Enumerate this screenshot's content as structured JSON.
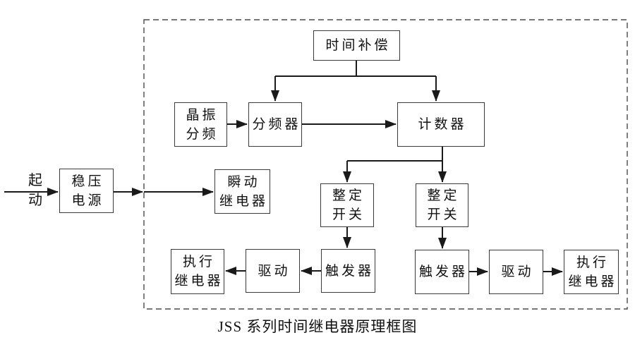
{
  "diagram": {
    "caption": "JSS 系列时间继电器原理框图",
    "start_label": {
      "line1": "起",
      "line2": "动"
    },
    "nodes": {
      "time_compensation": {
        "label": "时间补偿"
      },
      "crystal_divider": {
        "line1": "晶振",
        "line2": "分频"
      },
      "frequency_divider": {
        "label": "分频器"
      },
      "counter": {
        "label": "计数器"
      },
      "regulated_power_supply": {
        "line1": "稳压",
        "line2": "电源"
      },
      "instantaneous_relay": {
        "line1": "瞬动",
        "line2": "继电器"
      },
      "setting_switch_left": {
        "line1": "整定",
        "line2": "开关"
      },
      "setting_switch_right": {
        "line1": "整定",
        "line2": "开关"
      },
      "trigger_left": {
        "label": "触发器"
      },
      "trigger_right": {
        "label": "触发器"
      },
      "driver_left": {
        "label": "驱动"
      },
      "driver_right": {
        "label": "驱动"
      },
      "executive_relay_left": {
        "line1": "执行",
        "line2": "继电器"
      },
      "executive_relay_right": {
        "line1": "执行",
        "line2": "继电器"
      }
    },
    "colors": {
      "line": "#1a1a1a",
      "box_border": "#3a3a3a",
      "dashed_border": "#4a4a4a",
      "background": "#ffffff",
      "text": "#111111"
    }
  }
}
